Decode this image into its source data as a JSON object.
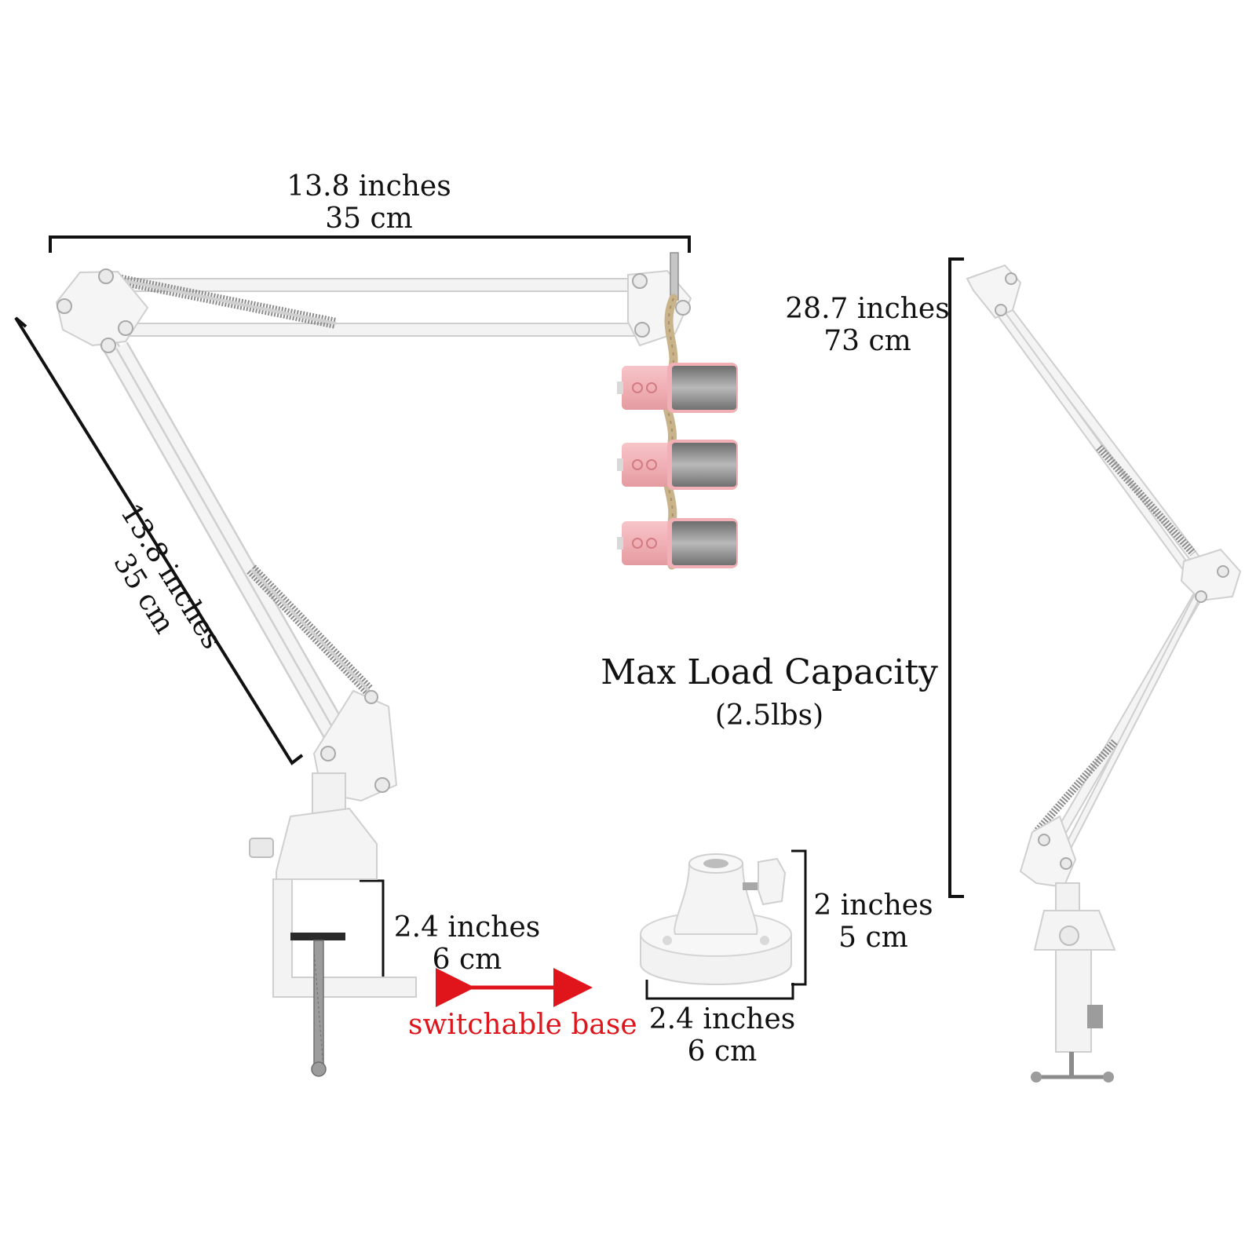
{
  "labels": {
    "arm_top": {
      "inches": "13.8 inches",
      "cm": "35 cm"
    },
    "arm_lower": {
      "inches": "13.8 inches",
      "cm": "35 cm"
    },
    "height": {
      "inches": "28.7 inches",
      "cm": "73 cm"
    },
    "load": {
      "title": "Max Load Capacity",
      "value": "(2.5lbs)"
    },
    "clamp_opening": {
      "inches": "2.4 inches",
      "cm": "6 cm"
    },
    "base_height": {
      "inches": "2 inches",
      "cm": "5 cm"
    },
    "base_width": {
      "inches": "2.4 inches",
      "cm": "6 cm"
    },
    "switch": "switchable base"
  },
  "colors": {
    "accent": "#e0141b",
    "text": "#111111",
    "arm": "#f2f2f2",
    "microphone": "#f0b2b6",
    "grille": "#8a8a8a"
  },
  "icons": [
    "double-arrow-icon"
  ]
}
